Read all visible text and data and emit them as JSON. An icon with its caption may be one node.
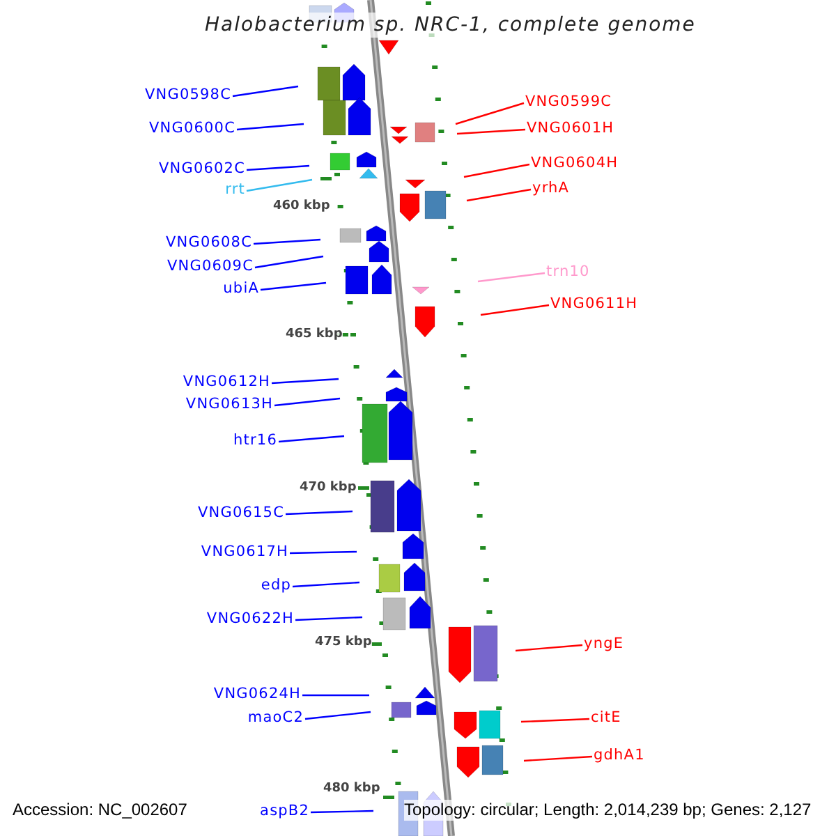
{
  "diagram": {
    "title": "Halobacterium sp. NRC-1, complete genome",
    "nodes": [
      {
        "text": [
          "VNG0598C"
        ]
      },
      {
        "text": [
          "VNG0599C"
        ]
      },
      {
        "text": [
          "VNG0600C"
        ]
      },
      {
        "text": [
          "VNG0601H"
        ]
      },
      {
        "text": [
          "VNG0604H"
        ]
      },
      {
        "text": [
          "VNG0602C"
        ]
      },
      {
        "text": [
          "yrhA"
        ]
      },
      {
        "text": [
          "rrt"
        ]
      },
      {
        "text": [
          "VNG0608C"
        ]
      },
      {
        "text": [
          "VNG0609C"
        ]
      },
      {
        "text": [
          "trn10"
        ]
      },
      {
        "text": [
          "ubiA"
        ]
      },
      {
        "text": [
          "VNG0611H"
        ]
      },
      {
        "text": [
          "VNG0612H"
        ]
      },
      {
        "text": [
          "VNG0613H"
        ]
      },
      {
        "text": [
          "htr16"
        ]
      },
      {
        "text": [
          "VNG0615C"
        ]
      },
      {
        "text": [
          "VNG0617H"
        ]
      },
      {
        "text": [
          "edp"
        ]
      },
      {
        "text": [
          "VNG0622H"
        ]
      },
      {
        "text": [
          "yngE"
        ]
      },
      {
        "text": [
          "VNG0624H"
        ]
      },
      {
        "text": [
          "citE"
        ]
      },
      {
        "text": [
          "maoC2"
        ]
      },
      {
        "text": [
          "gdhA1"
        ]
      },
      {
        "text": [
          "aspB2"
        ]
      }
    ],
    "edges": [
      {
        "from": 0,
        "to": null,
        "arrow": "none"
      },
      {
        "from": 1,
        "to": null,
        "arrow": "none",
        "color": "#ff0000"
      },
      {
        "from": 2,
        "to": null,
        "arrow": "none"
      },
      {
        "from": 3,
        "to": null,
        "arrow": "none",
        "color": "#ff0000"
      },
      {
        "from": 4,
        "to": null,
        "arrow": "none",
        "color": "#ff0000"
      },
      {
        "from": 5,
        "to": null,
        "arrow": "none"
      },
      {
        "from": 6,
        "to": null,
        "arrow": "none",
        "color": "#ff0000"
      },
      {
        "from": 7,
        "to": null,
        "arrow": "none",
        "color": "#33bbee"
      },
      {
        "from": 8,
        "to": null,
        "arrow": "none"
      },
      {
        "from": 9,
        "to": null,
        "arrow": "none"
      },
      {
        "from": 10,
        "to": null,
        "arrow": "none",
        "color": "#ff99cc"
      },
      {
        "from": 11,
        "to": null,
        "arrow": "none"
      },
      {
        "from": 12,
        "to": null,
        "arrow": "none",
        "color": "#ff0000"
      },
      {
        "from": 13,
        "to": null,
        "arrow": "none"
      },
      {
        "from": 14,
        "to": null,
        "arrow": "none"
      },
      {
        "from": 15,
        "to": null,
        "arrow": "none"
      },
      {
        "from": 16,
        "to": null,
        "arrow": "none"
      },
      {
        "from": 17,
        "to": null,
        "arrow": "none"
      },
      {
        "from": 18,
        "to": null,
        "arrow": "none"
      },
      {
        "from": 19,
        "to": null,
        "arrow": "none"
      },
      {
        "from": 20,
        "to": null,
        "arrow": "none",
        "color": "#ff0000"
      },
      {
        "from": 21,
        "to": null,
        "arrow": "none"
      },
      {
        "from": 22,
        "to": null,
        "arrow": "none",
        "color": "#ff0000"
      },
      {
        "from": 23,
        "to": null,
        "arrow": "none"
      },
      {
        "from": 24,
        "to": null,
        "arrow": "none",
        "color": "#ff0000"
      },
      {
        "from": 25,
        "to": null,
        "arrow": "none"
      }
    ],
    "labels": [
      "460 kbp",
      "465 kbp",
      "470 kbp",
      "475 kbp",
      "480 kbp",
      "Accession: NC_002607",
      "Topology: circular; Length: 2,014,239 bp; Genes: 2,127"
    ]
  }
}
